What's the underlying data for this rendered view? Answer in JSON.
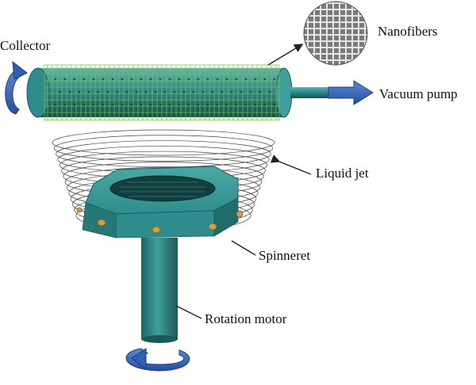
{
  "labels": {
    "collector": "Collector",
    "nanofibers": "Nanofibers",
    "vacuum_pump": "Vacuum pump",
    "liquid_jet": "Liquid jet",
    "spinneret": "Spinneret",
    "rotation_motor": "Rotation motor"
  },
  "colors": {
    "teal": "#2e8c8c",
    "teal_light": "#5fb4b0",
    "teal_dark": "#1f6464",
    "mesh_green": "#7fbf3f",
    "arrow_blue": "#2f5fb0",
    "arrow_blue_light": "#5d8ad8",
    "nozzle_gold": "#c9a24a",
    "line": "#222222"
  },
  "icons": {
    "rotation_arrow": "curved-rotation-arrow",
    "flow_arrow": "block-arrow-right",
    "fiber_inset": "magnified-mesh-circle"
  }
}
